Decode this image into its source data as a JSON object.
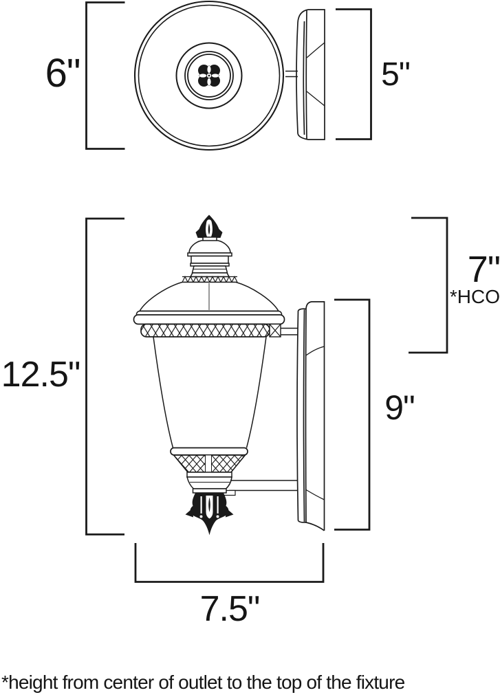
{
  "colors": {
    "line": "#1a1a1a",
    "background": "#ffffff"
  },
  "top_view": {
    "width_label": "6\"",
    "depth_label": "5\""
  },
  "side_view": {
    "overall_height_label": "12.5\"",
    "hco_label": "7\"",
    "hco_abbr": "*HCO",
    "backplate_height_label": "9\"",
    "overall_width_label": "7.5\""
  },
  "footnote": "*height from center of outlet to the top of the fixture"
}
